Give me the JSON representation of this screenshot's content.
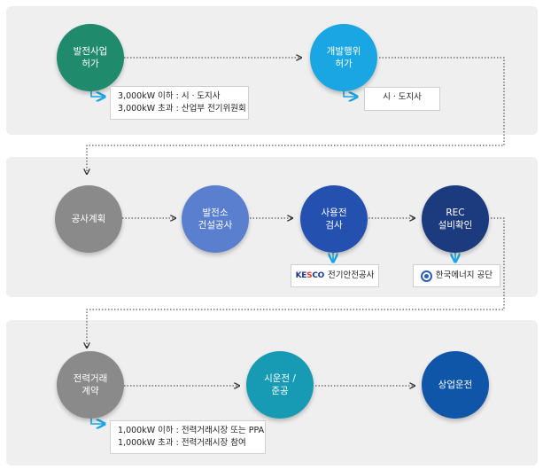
{
  "stage1": {
    "permit": {
      "label": [
        "발전사업",
        "허가"
      ],
      "color": "#1f8a6c"
    },
    "development": {
      "label": [
        "개발행위",
        "허가"
      ],
      "color": "#1aa6e2"
    },
    "permit_note": [
      "3,000kW 이하 : 시ㆍ도지사",
      "3,000kW 초과 : 산업부 전기위원회"
    ],
    "development_note": "시ㆍ도지사"
  },
  "stage2": {
    "construction_plan": {
      "label": [
        "공사계획"
      ],
      "color": "#8a8a8a"
    },
    "construction": {
      "label": [
        "발전소",
        "건설공사"
      ],
      "color": "#5b7fcf"
    },
    "inspection": {
      "label": [
        "사용전",
        "검사"
      ],
      "color": "#2450b0"
    },
    "rec": {
      "label": [
        "REC",
        "설비확인"
      ],
      "color": "#1c3a7e"
    },
    "inspection_org": {
      "logo": "KESCO",
      "name": "전기안전공사"
    },
    "rec_org": {
      "logo": "kea-logo-icon",
      "name": "한국에너지 공단"
    }
  },
  "stage3": {
    "contract": {
      "label": [
        "전력거래",
        "계약"
      ],
      "color": "#8a8a8a"
    },
    "trial": {
      "label": [
        "시운전 /",
        "준공"
      ],
      "color": "#179ab3"
    },
    "commercial": {
      "label": [
        "상업운전"
      ],
      "color": "#0f55a8"
    },
    "contract_note": [
      "1,000kW 이하 : 전력거래시장 또는 PPA",
      "1,000kW 초과 : 전력거래시장 참여"
    ]
  },
  "arrow_color": "#1aa6e2",
  "connector_color": "#333333"
}
